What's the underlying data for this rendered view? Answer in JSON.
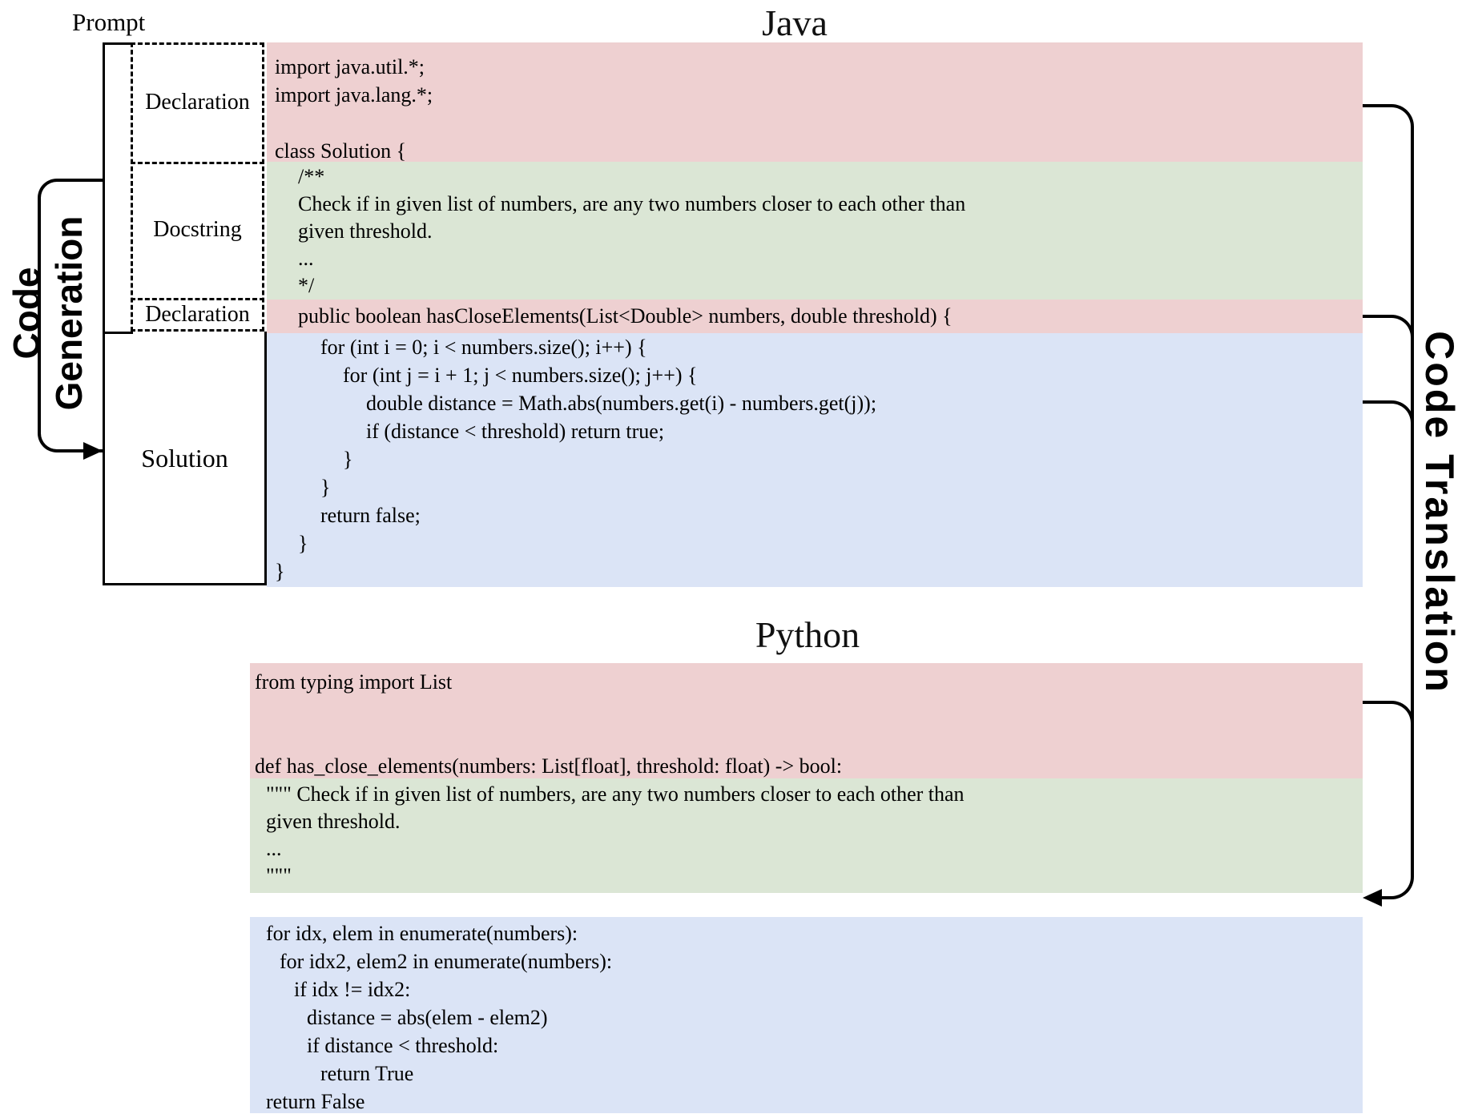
{
  "titles": {
    "java": "Java",
    "python": "Python"
  },
  "labels": {
    "prompt": "Prompt",
    "declaration_top": "Declaration",
    "docstring": "Docstring",
    "declaration_mid": "Declaration",
    "solution": "Solution",
    "code_generation_line1": "Code",
    "code_generation_line2": "Generation",
    "code_translation": "Code Translation"
  },
  "colors": {
    "block_pink": "#eed0d1",
    "block_green": "#dbe6d5",
    "block_blue": "#dbe4f6"
  },
  "java_code": {
    "declaration_top": [
      "import java.util.*;",
      "import java.lang.*;",
      "",
      "class Solution {"
    ],
    "docstring": [
      "/**",
      "Check if in given list of numbers, are any two numbers closer to each other than",
      "given threshold.",
      "...",
      "*/"
    ],
    "declaration_sig": "public boolean hasCloseElements(List<Double> numbers, double threshold) {",
    "solution": [
      "for (int i = 0; i < numbers.size(); i++) {",
      "for (int j = i + 1; j < numbers.size(); j++) {",
      "double distance = Math.abs(numbers.get(i) - numbers.get(j));",
      "if (distance < threshold) return true;",
      "}",
      "}",
      "return false;",
      "}",
      "}"
    ]
  },
  "python_code": {
    "declaration": [
      "from typing import List",
      "",
      "",
      "def has_close_elements(numbers: List[float], threshold: float) -> bool:"
    ],
    "docstring": [
      "\"\"\" Check if in given list of numbers, are any two numbers closer to each other than",
      "given threshold.",
      "...",
      "\"\"\""
    ],
    "solution": [
      "for idx, elem in enumerate(numbers):",
      "for idx2, elem2 in enumerate(numbers):",
      "if idx != idx2:",
      "distance = abs(elem - elem2)",
      "if distance < threshold:",
      "return True",
      "return False"
    ]
  }
}
